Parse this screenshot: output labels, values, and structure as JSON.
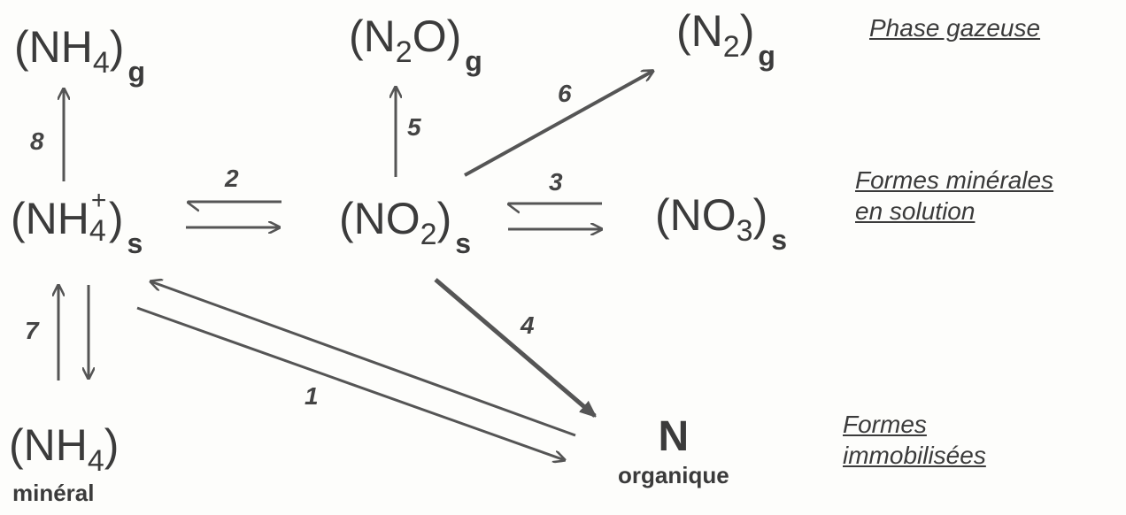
{
  "nodes": {
    "nh4_gas": {
      "main": "(NH",
      "sub": "4",
      "close": ")",
      "state": "g"
    },
    "n2o_gas": {
      "main": "(N",
      "sub": "2",
      "rest": "O)",
      "state": "g"
    },
    "n2_gas": {
      "main": "(N",
      "sub": "2",
      "close": ")",
      "state": "g"
    },
    "nh4_sol": {
      "main": "(NH",
      "sup": "+",
      "sub": "4",
      "close": ")",
      "state": "s"
    },
    "no2_sol": {
      "main": "(NO",
      "sub": "2",
      "close": ")",
      "state": "s"
    },
    "no3_sol": {
      "main": "(NO",
      "sub": "3",
      "close": ")",
      "state": "s"
    },
    "nh4_min": {
      "main": "(NH",
      "sub": "4",
      "close": ")",
      "caption": "minéral"
    },
    "n_org": {
      "main": "N",
      "caption": "organique"
    }
  },
  "labels": {
    "gas_phase": "Phase gazeuse",
    "mineral_line1": "Formes minérales",
    "mineral_line2": "en solution",
    "immob_line1": "Formes",
    "immob_line2": "immobilisées"
  },
  "process_numbers": {
    "p1": "1",
    "p2": "2",
    "p3": "3",
    "p4": "4",
    "p5": "5",
    "p6": "6",
    "p7": "7",
    "p8": "8"
  },
  "colors": {
    "ink": "#3b3b3b",
    "arrow": "#555555",
    "background": "#fdfdfb"
  }
}
